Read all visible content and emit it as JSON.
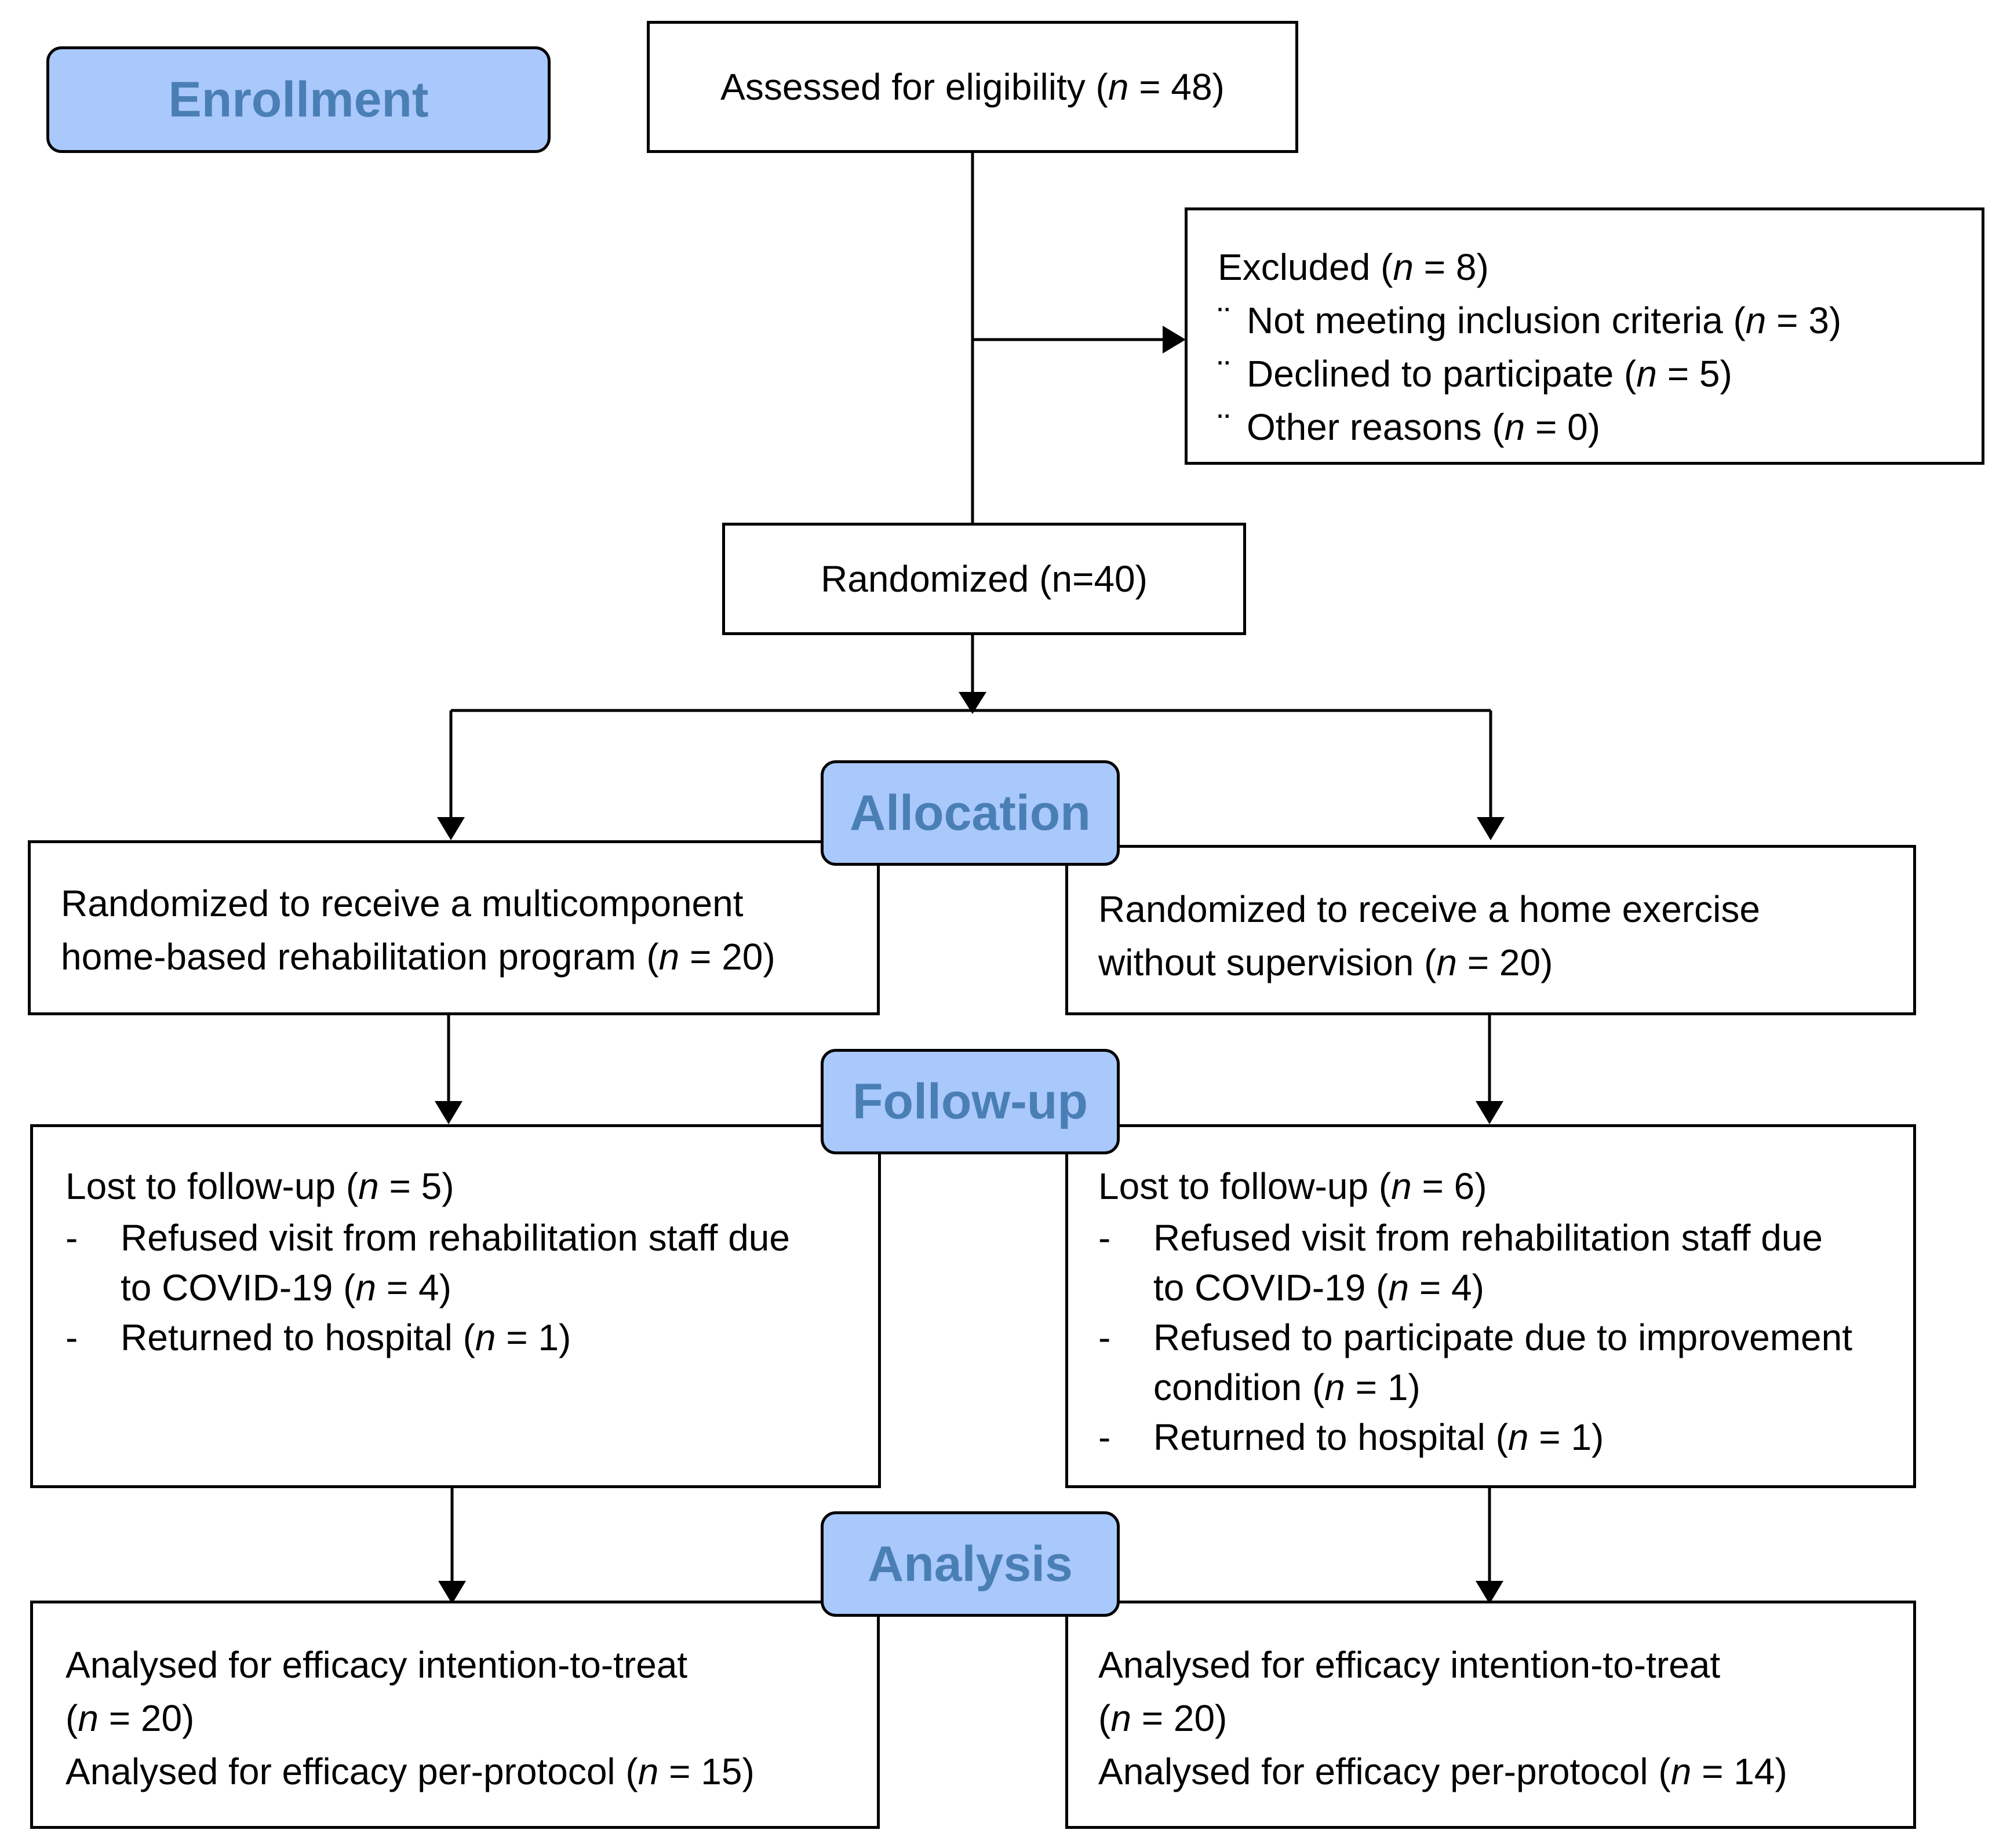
{
  "stages": {
    "enrollment": "Enrollment",
    "allocation": "Allocation",
    "follow_up": "Follow-up",
    "analysis": "Analysis"
  },
  "assessed": {
    "prefix": "Assessed for eligibility  (",
    "n": "n",
    "suffix": " = 48)"
  },
  "excluded": {
    "title_prefix": "Excluded  (",
    "title_n": "n",
    "title_suffix": " = 8)",
    "bullet": "¨",
    "items": [
      {
        "prefix": " Not meeting inclusion criteria (",
        "n": "n",
        "suffix": " = 3)"
      },
      {
        "prefix": " Declined to participate (",
        "n": "n",
        "suffix": " = 5)"
      },
      {
        "prefix": "Other reasons (",
        "n": "n",
        "suffix": " = 0)"
      }
    ]
  },
  "randomized": "Randomized (n=40)",
  "left_alloc": {
    "line1": "Randomized to receive a multicomponent",
    "line2_prefix": "home-based rehabilitation program (",
    "n": "n",
    "line2_suffix": " = 20)"
  },
  "right_alloc": {
    "line1": "Randomized to receive a home exercise",
    "line2_prefix": "without supervision (",
    "n": "n",
    "line2_suffix": " = 20)"
  },
  "left_follow": {
    "title_prefix": "Lost to follow-up (",
    "title_n": "n",
    "title_suffix": " = 5)",
    "dash": "-",
    "items": [
      {
        "l1": "Refused visit from rehabilitation staff due",
        "l2_prefix": "to COVID-19 (",
        "n": "n",
        "l2_suffix": " = 4)"
      },
      {
        "l1_prefix": "Returned to hospital (",
        "n": "n",
        "l1_suffix": " = 1)"
      }
    ]
  },
  "right_follow": {
    "title_prefix": "Lost to follow-up (",
    "title_n": "n",
    "title_suffix": " = 6)",
    "dash": "-",
    "items": [
      {
        "l1": "Refused  visit from rehabilitation staff due",
        "l2_prefix": "to COVID-19 (",
        "n": "n",
        "l2_suffix": " = 4)"
      },
      {
        "l1": "Refused to participate due to improvement",
        "l2_prefix": "condition (",
        "n": "n",
        "l2_suffix": " = 1)"
      },
      {
        "l1_prefix": "Returned to hospital (",
        "n": "n",
        "l1_suffix": " = 1)"
      }
    ]
  },
  "left_analysis": {
    "l1": "Analysed for efficacy intention-to-treat",
    "l2_prefix": "(",
    "l2_n": "n",
    "l2_suffix": " = 20)",
    "l3_prefix": "Analysed for efficacy per-protocol (",
    "l3_n": "n",
    "l3_suffix": " = 15)"
  },
  "right_analysis": {
    "l1": "Analysed for efficacy intention-to-treat",
    "l2_prefix": "(",
    "l2_n": "n",
    "l2_suffix": " = 20)",
    "l3_prefix": "Analysed for efficacy per-protocol (",
    "l3_n": "n",
    "l3_suffix": " = 14)"
  }
}
